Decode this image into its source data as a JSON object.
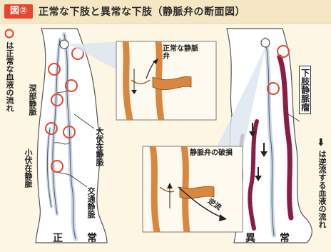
{
  "header": {
    "figure_badge": "図②",
    "title": "正常な下肢と異常な下肢（静脈弁の断面図）"
  },
  "legend_left": {
    "text": "は正常な血液の流れ"
  },
  "legend_right": {
    "text": "は逆流する血液の流れ"
  },
  "normal_leg": {
    "bottom_label": "正　常",
    "labels": {
      "deep_vein": "深部静脈",
      "great_saphenous": "大伏在静脈",
      "small_saphenous": "小伏在静脈",
      "perforating": "交通静脈"
    }
  },
  "abnormal_leg": {
    "bottom_label": "異　常",
    "varicose_box": "下肢静脈瘤"
  },
  "detail_top": {
    "label": "正常な静脈弁"
  },
  "detail_bottom": {
    "label": "静脈弁の破損",
    "arrow_label": "逆流"
  },
  "colors": {
    "badge": "#e8442e",
    "normal_circle": "#e8442e",
    "varicose": "#8b1d45",
    "vein_blue": "#c9d8ec",
    "skin": "#ffffff"
  }
}
